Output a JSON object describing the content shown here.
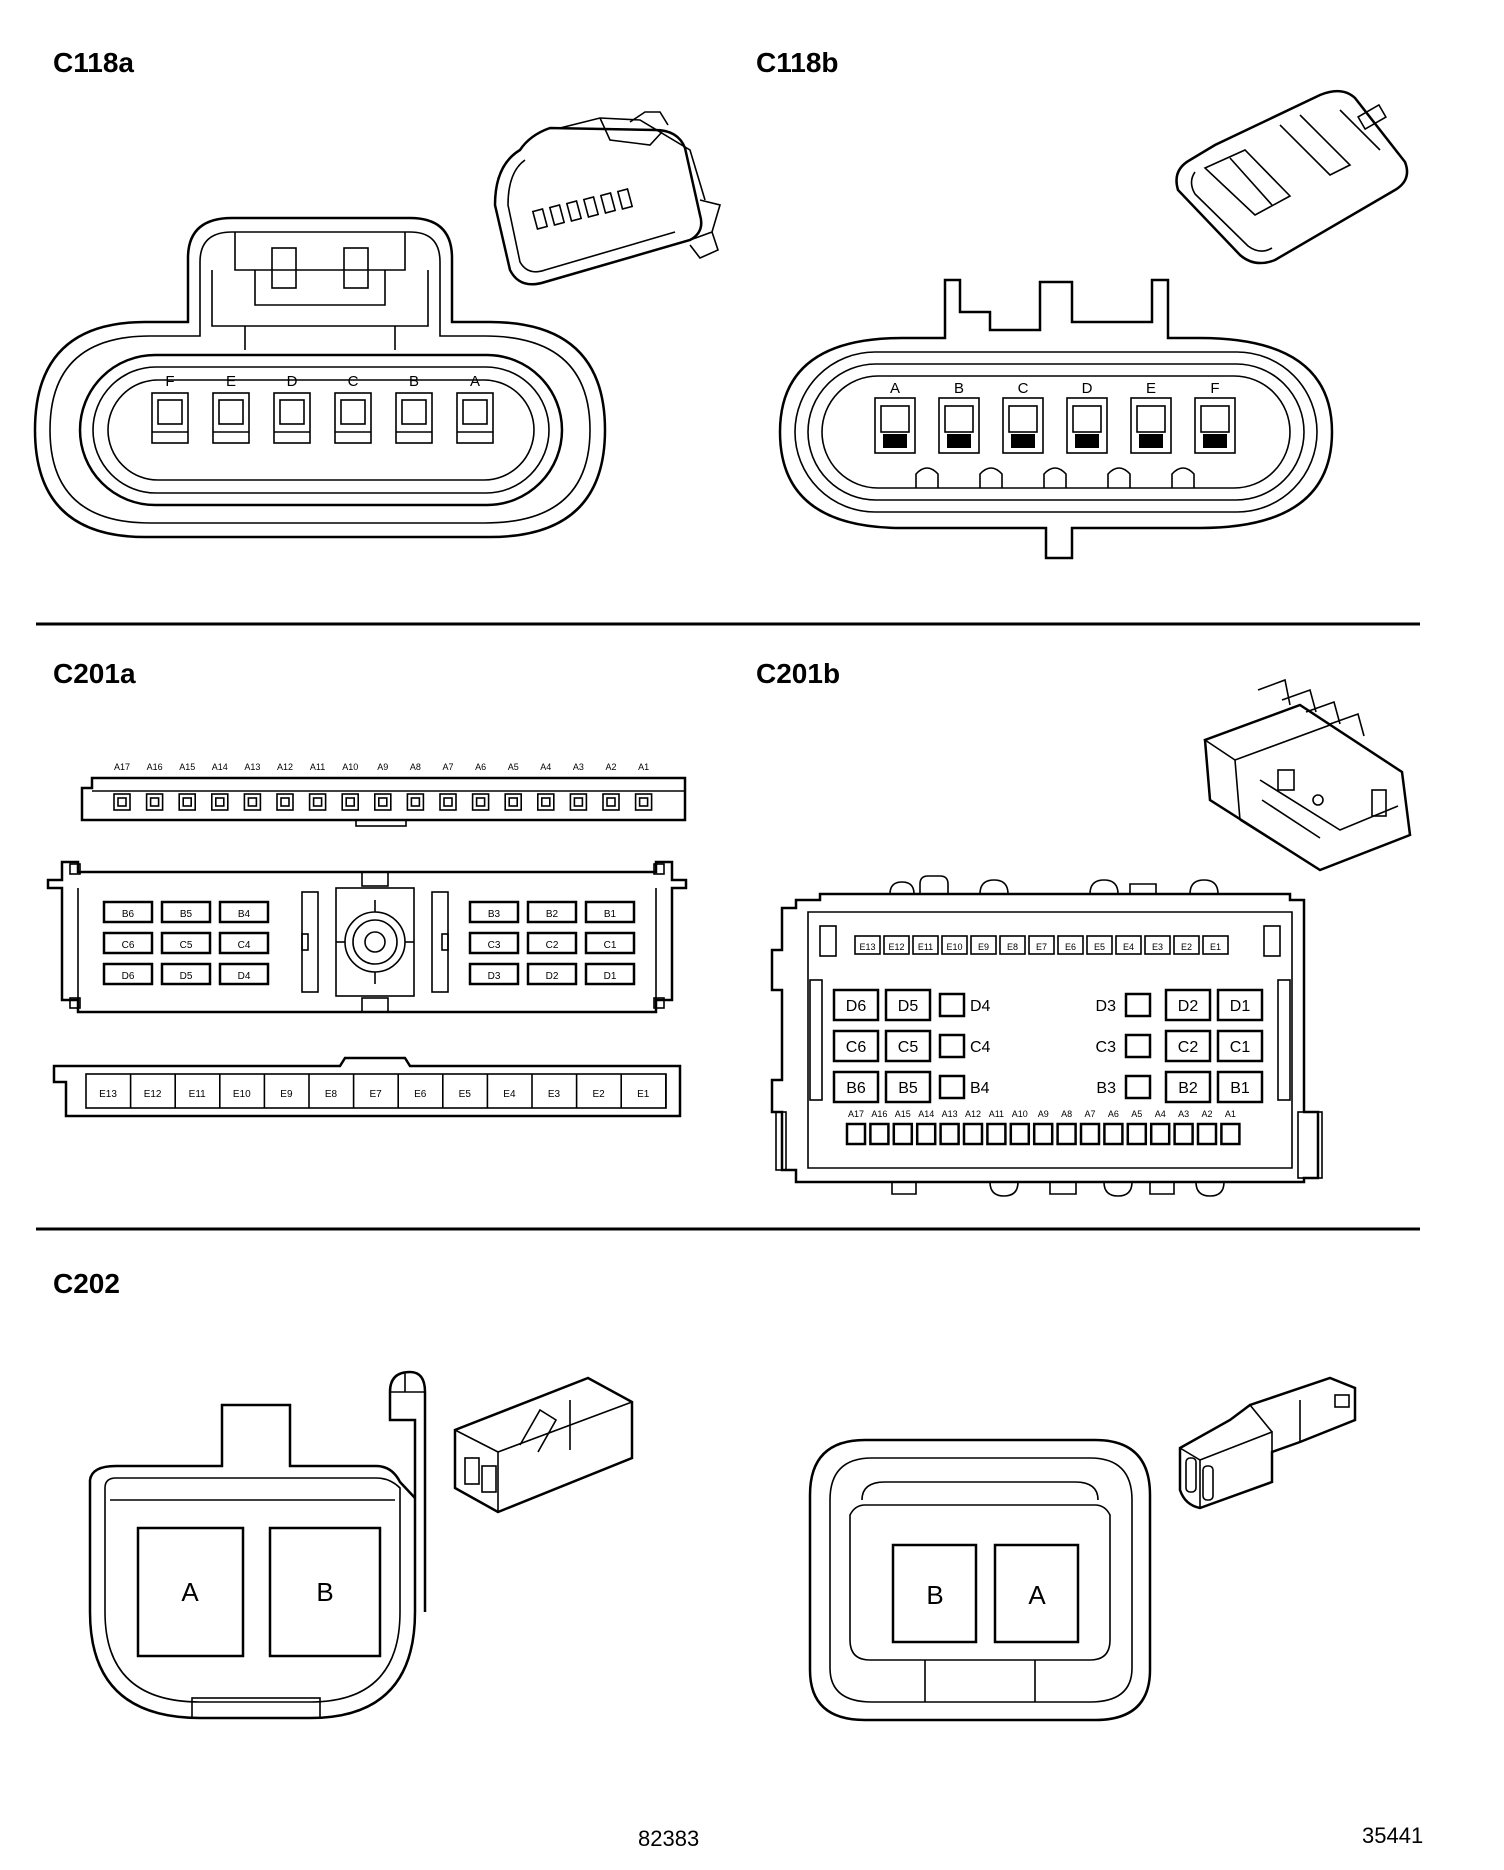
{
  "c118a": {
    "title": "C118a",
    "pins": [
      "F",
      "E",
      "D",
      "C",
      "B",
      "A"
    ]
  },
  "c118b": {
    "title": "C118b",
    "pins": [
      "A",
      "B",
      "C",
      "D",
      "E",
      "F"
    ]
  },
  "c201a": {
    "title": "C201a",
    "a_row": [
      "A17",
      "A16",
      "A15",
      "A14",
      "A13",
      "A12",
      "A11",
      "A10",
      "A9",
      "A8",
      "A7",
      "A6",
      "A5",
      "A4",
      "A3",
      "A2",
      "A1"
    ],
    "left_grid": [
      [
        "B6",
        "B5",
        "B4"
      ],
      [
        "C6",
        "C5",
        "C4"
      ],
      [
        "D6",
        "D5",
        "D4"
      ]
    ],
    "right_grid": [
      [
        "B3",
        "B2",
        "B1"
      ],
      [
        "C3",
        "C2",
        "C1"
      ],
      [
        "D3",
        "D2",
        "D1"
      ]
    ],
    "e_row": [
      "E13",
      "E12",
      "E11",
      "E10",
      "E9",
      "E8",
      "E7",
      "E6",
      "E5",
      "E4",
      "E3",
      "E2",
      "E1"
    ]
  },
  "c201b": {
    "title": "C201b",
    "e_row": [
      "E13",
      "E12",
      "E11",
      "E10",
      "E9",
      "E8",
      "E7",
      "E6",
      "E5",
      "E4",
      "E3",
      "E2",
      "E1"
    ],
    "left_grid": [
      [
        "D6",
        "D5",
        "D4"
      ],
      [
        "C6",
        "C5",
        "C4"
      ],
      [
        "B6",
        "B5",
        "B4"
      ]
    ],
    "right_grid": [
      [
        "D3",
        "D2",
        "D1"
      ],
      [
        "C3",
        "C2",
        "C1"
      ],
      [
        "B3",
        "B2",
        "B1"
      ]
    ],
    "a_row": [
      "A17",
      "A16",
      "A15",
      "A14",
      "A13",
      "A12",
      "A11",
      "A10",
      "A9",
      "A8",
      "A7",
      "A6",
      "A5",
      "A4",
      "A3",
      "A2",
      "A1"
    ]
  },
  "c202": {
    "title": "C202",
    "female_pins": [
      "A",
      "B"
    ],
    "male_pins": [
      "B",
      "A"
    ]
  },
  "figure_numbers": [
    "82383",
    "35441"
  ]
}
